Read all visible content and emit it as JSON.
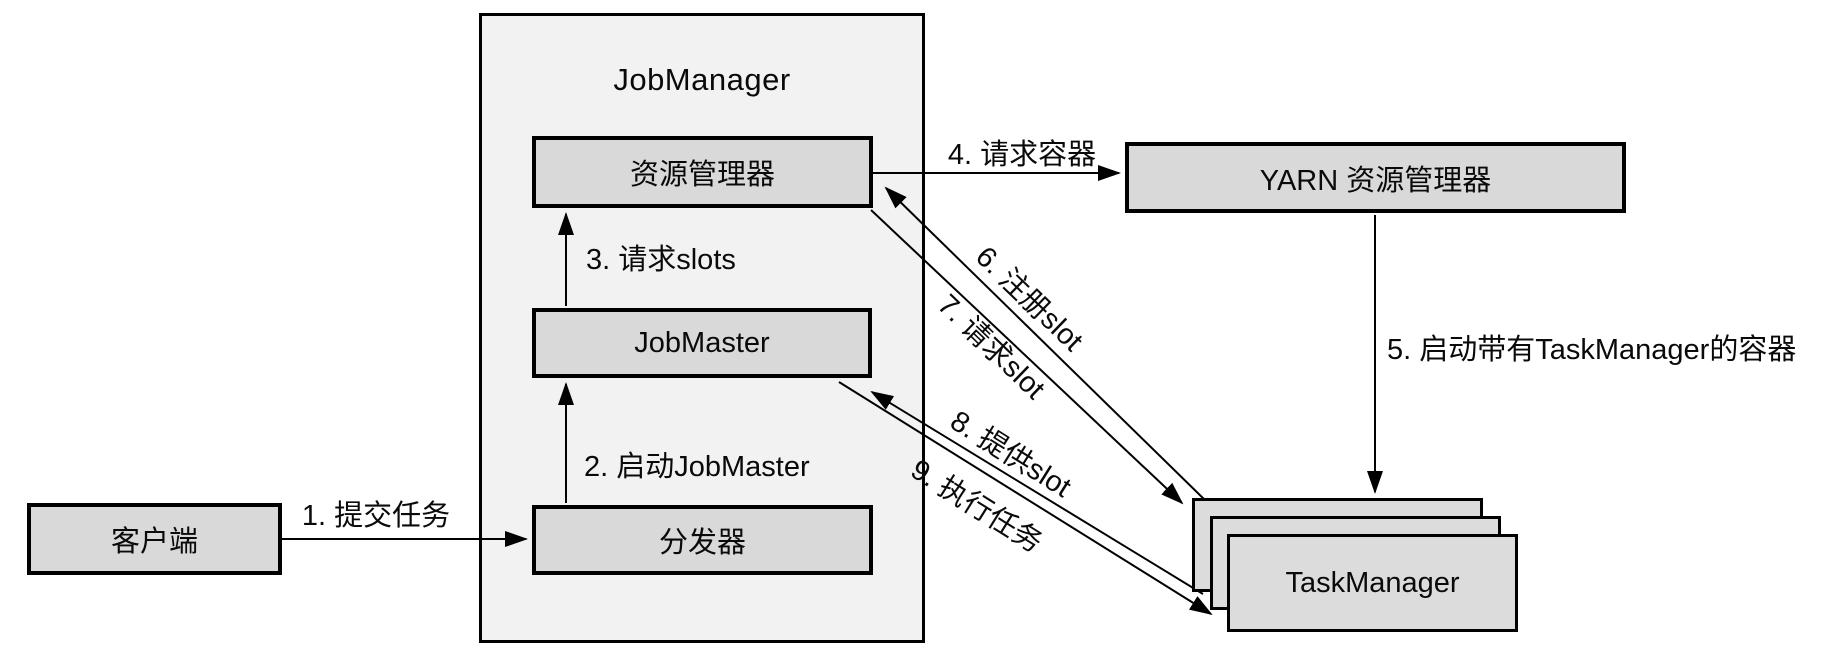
{
  "nodes": {
    "job_manager": {
      "label": "JobManager"
    },
    "resource_manager": {
      "label": "资源管理器"
    },
    "job_master": {
      "label": "JobMaster"
    },
    "dispatcher": {
      "label": "分发器"
    },
    "client": {
      "label": "客户端"
    },
    "yarn_rm": {
      "label": "YARN 资源管理器"
    },
    "task_manager": {
      "label": "TaskManager"
    }
  },
  "steps": [
    {
      "num": 1,
      "label": "1. 提交任务"
    },
    {
      "num": 2,
      "label": "2. 启动JobMaster"
    },
    {
      "num": 3,
      "label": "3. 请求slots"
    },
    {
      "num": 4,
      "label": "4. 请求容器"
    },
    {
      "num": 5,
      "label": "5. 启动带有TaskManager的容器"
    },
    {
      "num": 6,
      "label": "6. 注册slot"
    },
    {
      "num": 7,
      "label": "7. 请求slot"
    },
    {
      "num": 8,
      "label": "8. 提供slot"
    },
    {
      "num": 9,
      "label": "9. 执行任务"
    }
  ],
  "colors": {
    "background": "#ffffff",
    "container_fill": "#f2f2f2",
    "node_fill": "#d9d9d9",
    "task_manager_fill": "#dcdcdc",
    "border": "#000000",
    "text": "#0a0a0a"
  }
}
